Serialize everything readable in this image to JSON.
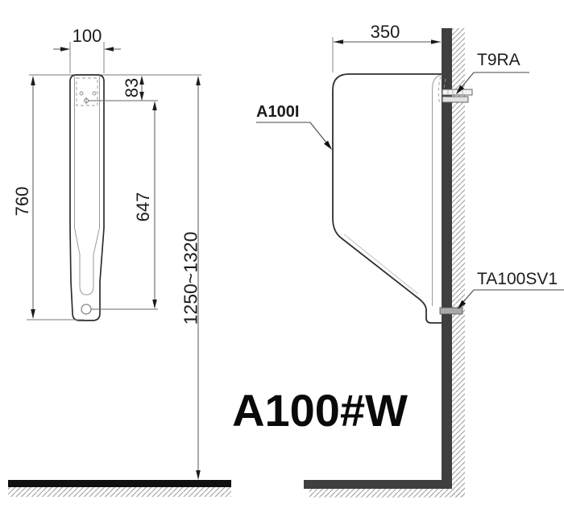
{
  "drawing": {
    "product_code": "A100#W",
    "views": {
      "side": {
        "dims": {
          "width": "100",
          "spud_offset": "83",
          "body_height": "760",
          "spud_to_outlet": "647",
          "install_height": "1250~1320"
        }
      },
      "front": {
        "dims": {
          "depth": "350"
        },
        "labels": {
          "spud": "T9RA",
          "body": "A100I",
          "valve": "TA100SV1"
        }
      }
    },
    "colors": {
      "wall": "#3f3f3f",
      "floor_left": "#101010",
      "floor_right": "#3f3f3f",
      "line": "#2f2f2f"
    }
  }
}
